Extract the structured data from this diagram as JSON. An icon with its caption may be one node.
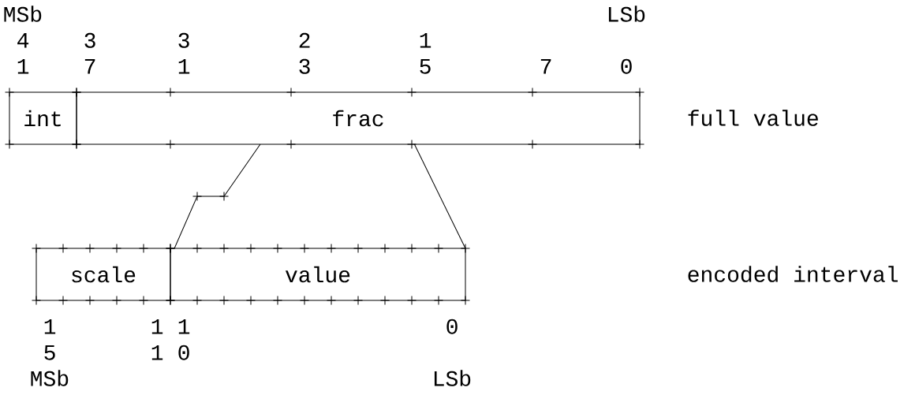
{
  "diagram": {
    "nodes": [
      {
        "text": [
          "int"
        ]
      },
      {
        "text": [
          "frac"
        ]
      },
      {
        "text": [
          "scale"
        ]
      },
      {
        "text": [
          "value"
        ]
      }
    ],
    "edges": [
      {
        "from": 1,
        "to": 3,
        "arrow": "none"
      },
      {
        "from": 1,
        "to": 3,
        "arrow": "none"
      }
    ],
    "labels": [
      "MSb",
      "LSb",
      "4",
      "3",
      "3",
      "2",
      "1",
      "1",
      "7",
      "1",
      "3",
      "5",
      "7",
      "0",
      "full value",
      "encoded interval",
      "1",
      "1",
      "1",
      "0",
      "5",
      "1",
      "0",
      "MSb",
      "LSb"
    ]
  }
}
